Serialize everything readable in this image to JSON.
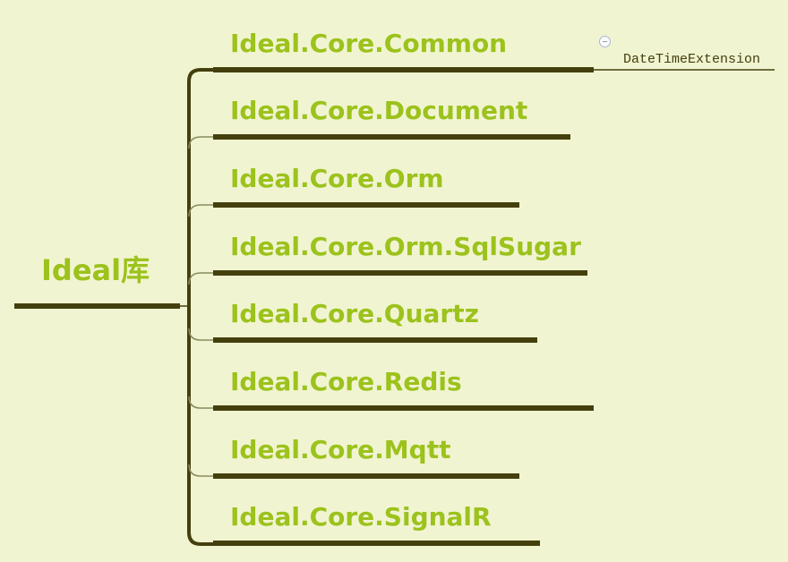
{
  "diagram": {
    "root": {
      "label": "Ideal库"
    },
    "branches": [
      {
        "label": "Ideal.Core.Common"
      },
      {
        "label": "Ideal.Core.Document"
      },
      {
        "label": "Ideal.Core.Orm"
      },
      {
        "label": "Ideal.Core.Orm.SqlSugar"
      },
      {
        "label": "Ideal.Core.Quartz"
      },
      {
        "label": "Ideal.Core.Redis"
      },
      {
        "label": "Ideal.Core.Mqtt"
      },
      {
        "label": "Ideal.Core.SignalR"
      }
    ],
    "children": [
      {
        "parent": "Ideal.Core.Common",
        "label": "DateTimeExtension"
      }
    ],
    "icons": {
      "collapse": "minus-circle-icon"
    },
    "colors": {
      "background": "#f1f4d1",
      "node_text": "#9cc21c",
      "line": "#44400e",
      "thin_elbow": "#8b8b5e",
      "child_text": "#44400e",
      "collapse_border": "#aab6d6"
    }
  }
}
